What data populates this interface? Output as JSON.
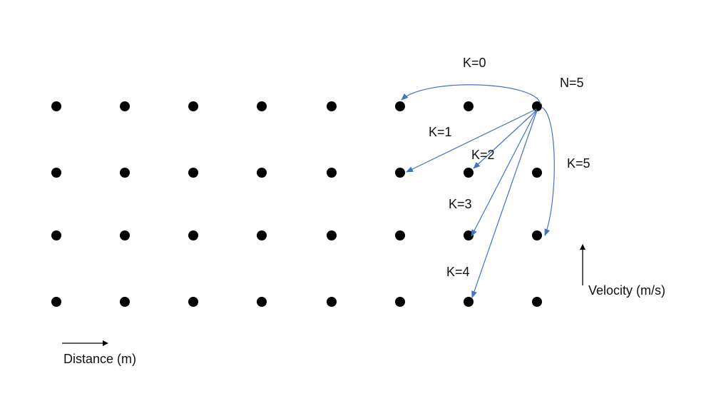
{
  "diagram": {
    "grid": {
      "rows": 4,
      "cols": 8
    },
    "source_node": {
      "label": "N=5"
    },
    "transitions": [
      {
        "label": "K=0",
        "target": {
          "row": 0,
          "col": 5
        }
      },
      {
        "label": "K=1",
        "target": {
          "row": 1,
          "col": 5
        }
      },
      {
        "label": "K=2",
        "target": {
          "row": 1,
          "col": 6
        }
      },
      {
        "label": "K=3",
        "target": {
          "row": 2,
          "col": 6
        }
      },
      {
        "label": "K=4",
        "target": {
          "row": 3,
          "col": 6
        }
      },
      {
        "label": "K=5",
        "target": {
          "row": 2,
          "col": 7
        }
      }
    ],
    "x_axis": {
      "label": "Distance (m)"
    },
    "y_axis": {
      "label": "Velocity (m/s)"
    }
  },
  "colors": {
    "node": "#000000",
    "arrow": "#4472C4",
    "text": "#111111"
  }
}
